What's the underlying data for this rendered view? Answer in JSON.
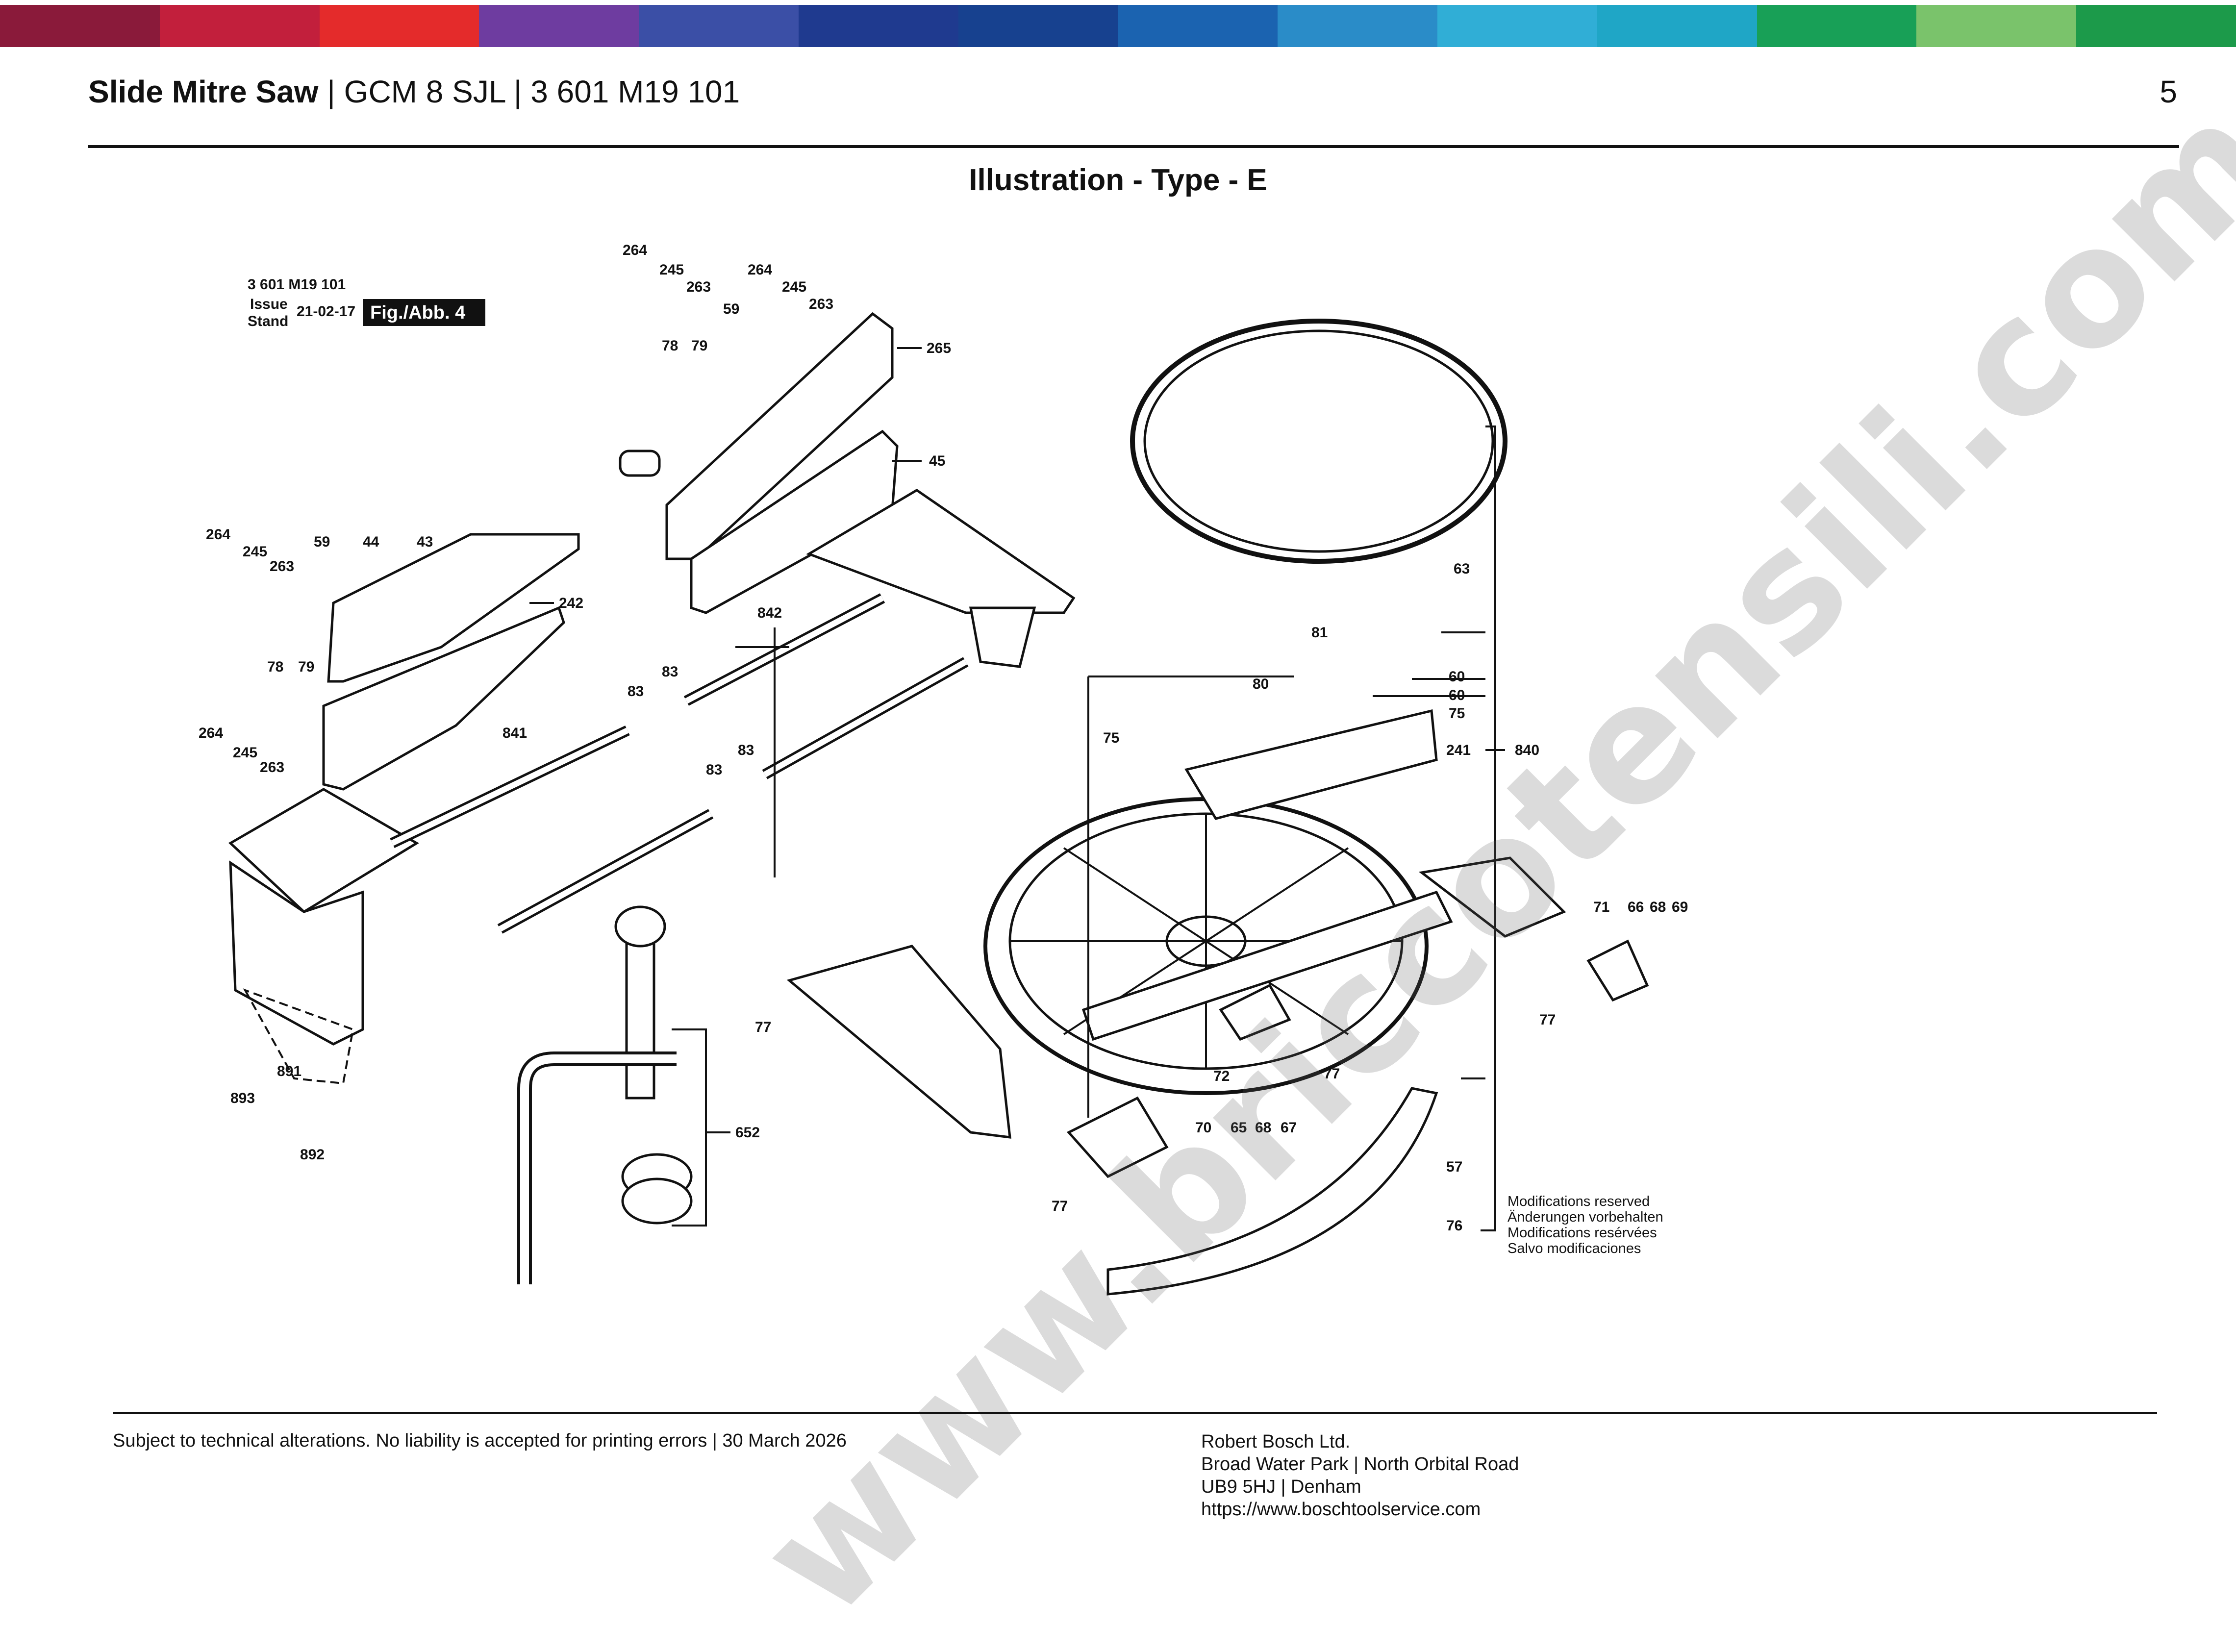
{
  "brand_bar": {
    "colors": [
      "#8a1a3a",
      "#c21f3c",
      "#e42b2b",
      "#6e3ca0",
      "#3b4fa6",
      "#1f3a8f",
      "#17418f",
      "#1b63b0",
      "#2a8cc8",
      "#30aed6",
      "#1fa6c6",
      "#18a057",
      "#7ac36b",
      "#1c9a4a"
    ]
  },
  "header": {
    "product": "Slide Mitre Saw",
    "model": "GCM 8 SJL",
    "part_number": "3 601 M19 101",
    "page_number": "5"
  },
  "figure": {
    "title": "Illustration - Type - E",
    "stamp_part_number": "3 601 M19 101",
    "stamp_issue": "Issue",
    "stamp_stand": "Stand",
    "stamp_date": "21-02-17",
    "stamp_fig": "Fig./Abb. 4",
    "watermark": "www.briccotensili.com",
    "modifications": [
      "Modifications reserved",
      "Änderungen vorbehalten",
      "Modifications resérvées",
      "Salvo modificaciones"
    ],
    "labels": {
      "l264a": "264",
      "l245a": "245",
      "l263a": "263",
      "l264b": "264",
      "l245b": "245",
      "l263b": "263",
      "l59a": "59",
      "l78a": "78",
      "l79a": "79",
      "l265": "265",
      "l45": "45",
      "l264c": "264",
      "l245c": "245",
      "l263c": "263",
      "l59b": "59",
      "l44": "44",
      "l43": "43",
      "l242": "242",
      "l78b": "78",
      "l79b": "79",
      "l264d": "264",
      "l245d": "245",
      "l263d": "263",
      "l842": "842",
      "l83a": "83",
      "l83b": "83",
      "l83c": "83",
      "l83d": "83",
      "l841": "841",
      "l63": "63",
      "l81": "81",
      "l80": "80",
      "l60a": "60",
      "l60b": "60",
      "l75a": "75",
      "l75b": "75",
      "l241": "241",
      "l840": "840",
      "l71": "71",
      "l66a": "66",
      "l68a": "68",
      "l69": "69",
      "l77a": "77",
      "l77b": "77",
      "l72": "72",
      "l77c": "77",
      "l70": "70",
      "l65": "65",
      "l68b": "68",
      "l67": "67",
      "l57": "57",
      "l77d": "77",
      "l76": "76",
      "l652": "652",
      "l891": "891",
      "l893": "893",
      "l892": "892"
    }
  },
  "footer": {
    "disclaimer": "Subject to technical alterations. No liability is accepted for printing errors | 30 March 2026",
    "company": "Robert Bosch Ltd.",
    "address1": "Broad Water Park | North Orbital Road",
    "address2": "UB9 5HJ | Denham",
    "website": "https://www.boschtoolservice.com"
  }
}
